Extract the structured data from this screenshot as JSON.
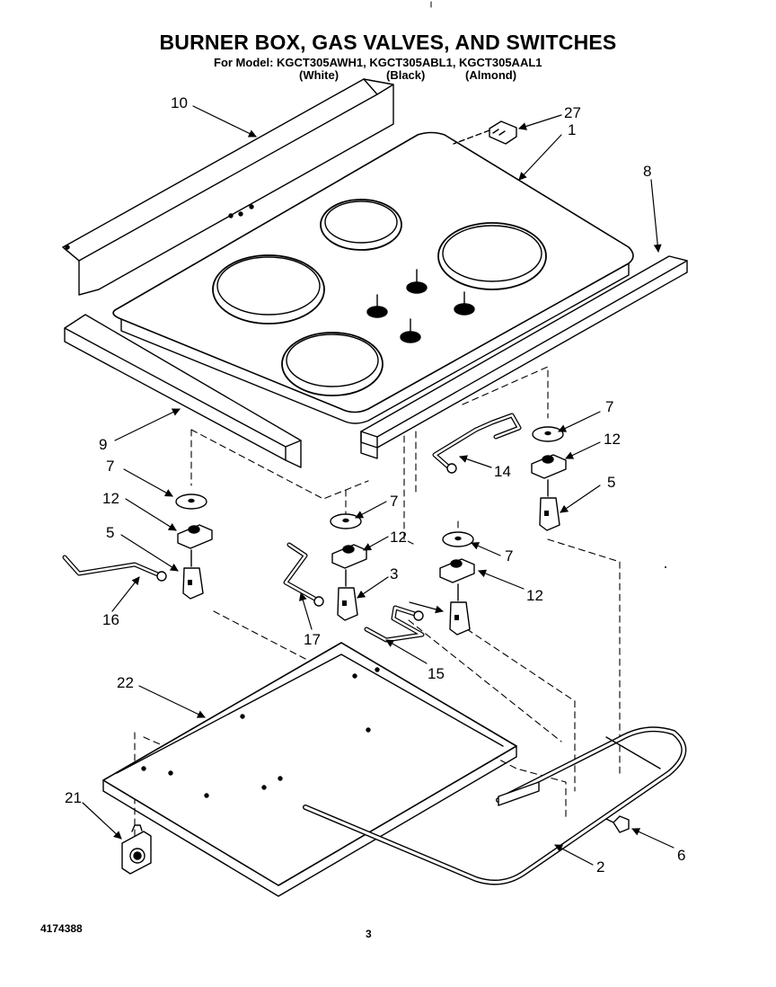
{
  "header": {
    "title": "BURNER BOX, GAS VALVES, AND SWITCHES",
    "model_line": "For Model: KGCT305AWH1, KGCT305ABL1, KGCT305AAL1",
    "variants": [
      "(White)",
      "(Black)",
      "(Almond)"
    ]
  },
  "callouts": [
    "10",
    "27",
    "1",
    "8",
    "9",
    "7",
    "14",
    "12",
    "5",
    "7",
    "12",
    "5",
    "7",
    "12",
    "3",
    "7",
    "12",
    "16",
    "17",
    "15",
    "22",
    "21",
    "2",
    "6"
  ],
  "footer": {
    "doc_number": "4174388",
    "page_number": "3"
  }
}
